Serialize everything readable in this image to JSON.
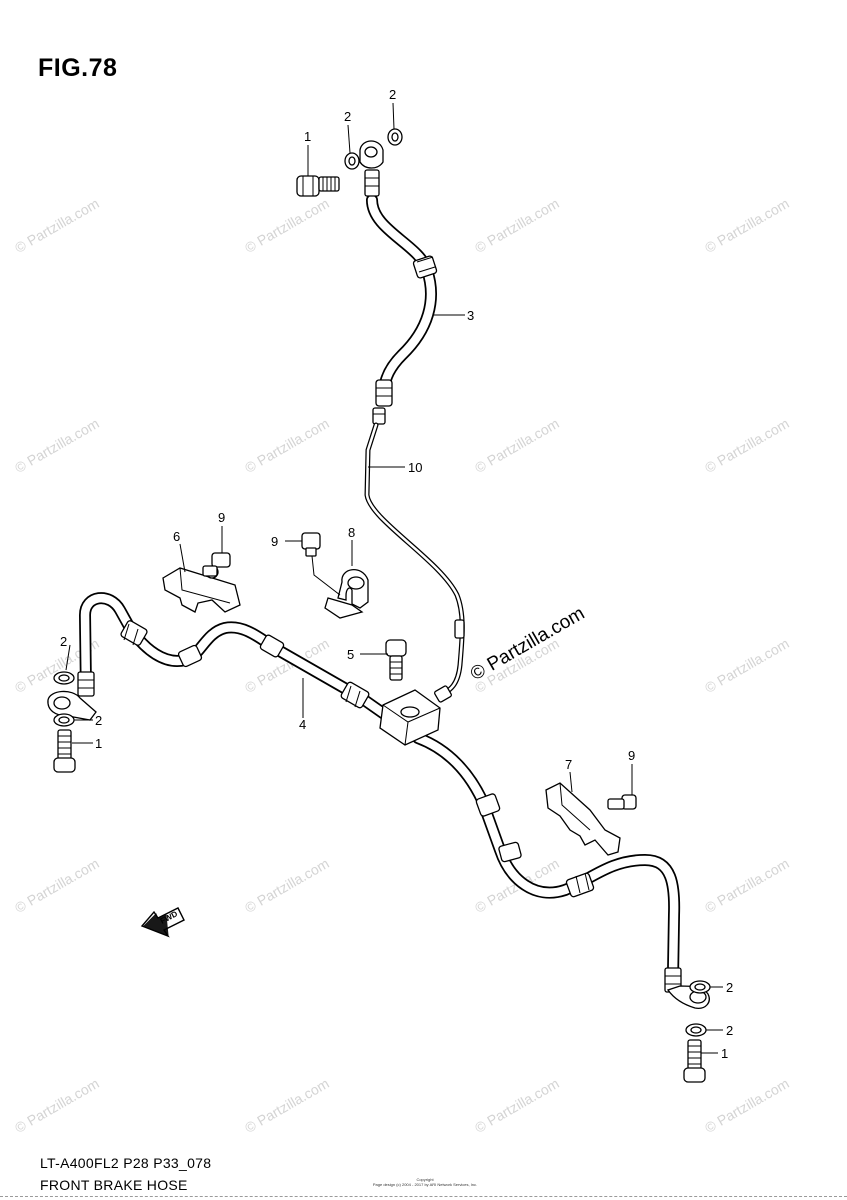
{
  "figure_label": "FIG.78",
  "model_code": "LT-A400FL2 P28 P33_078",
  "assembly_title": "FRONT BRAKE HOSE",
  "copyright_line1": "Copyright",
  "copyright_line2": "Page design (c) 2004 - 2017 by ARI Network Services, Inc.",
  "watermark_text": "© Partzilla.com",
  "direction_arrow_text": "FWD",
  "callouts": {
    "bolt_upper": "1",
    "washer_upper_a": "2",
    "washer_upper_b": "2",
    "hose_upper": "3",
    "hose_front": "4",
    "joint_bolt": "5",
    "bracket_left": "6",
    "bracket_right": "7",
    "clamp": "8",
    "bolt_clamp": "9",
    "bolt_bracket_left": "9",
    "bolt_bracket_right": "9",
    "pipe": "10",
    "washer_left_a": "2",
    "washer_left_b": "2",
    "bolt_left": "1",
    "washer_right_a": "2",
    "washer_right_b": "2",
    "bolt_right": "1"
  },
  "colors": {
    "line": "#000000",
    "watermark": "#d4d4d4",
    "background": "#ffffff"
  }
}
